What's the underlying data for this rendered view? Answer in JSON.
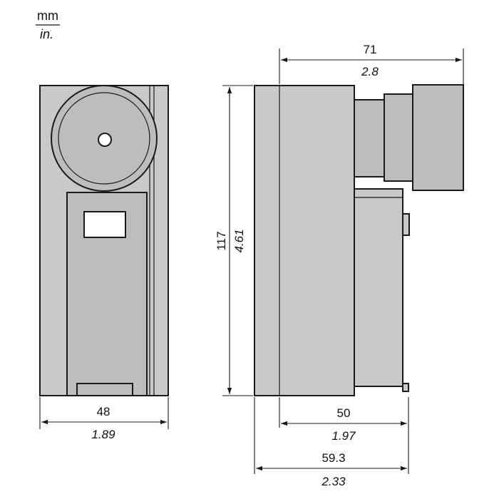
{
  "units": {
    "primary": "mm",
    "secondary": "in."
  },
  "dimensions": {
    "front_width": {
      "mm": "48",
      "in": "1.89"
    },
    "side_depth_top": {
      "mm": "71",
      "in": "2.8"
    },
    "side_height": {
      "mm": "117",
      "in": "4.61"
    },
    "side_body_depth": {
      "mm": "50",
      "in": "1.97"
    },
    "side_total_depth": {
      "mm": "59.3",
      "in": "2.33"
    }
  }
}
